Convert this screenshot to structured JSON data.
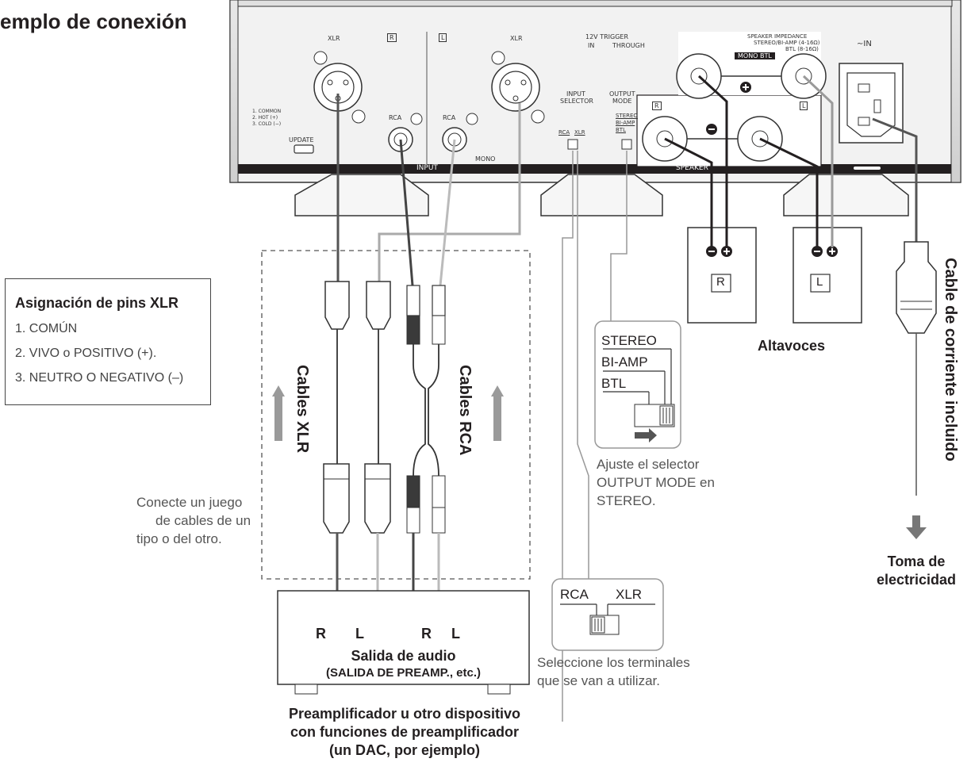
{
  "title": "emplo de conexión",
  "pin_box": {
    "heading": "Asignación de pins XLR",
    "items": [
      "1. COMÚN",
      "2. VIVO o POSITIVO (+).",
      "3. NEUTRO O NEGATIVO (–)"
    ]
  },
  "panel": {
    "xlr_left": "XLR",
    "r_box": "R",
    "l_box": "L",
    "xlr_right": "XLR",
    "trigger": "12V TRIGGER",
    "trigger_in": "IN",
    "trigger_through": "THROUGH",
    "speaker_impedance": "SPEAKER IMPEDANCE",
    "stereo_biamp_imp": "STEREO/BI-AMP (4-16Ω)",
    "btl_imp": "BTL (8-16Ω)",
    "ac_in": "∼IN",
    "pin_legend_1": "1. COMMON",
    "pin_legend_2": "2. HOT (+)",
    "pin_legend_3": "3. COLD (−)",
    "update": "UPDATE",
    "rca_left": "RCA",
    "rca_right": "RCA",
    "mono": "MONO",
    "input_selector_1": "INPUT",
    "input_selector_2": "SELECTOR",
    "output_mode_1": "OUTPUT",
    "output_mode_2": "MODE",
    "sw_rca": "RCA",
    "sw_xlr": "XLR",
    "sw_stereo": "STEREO",
    "sw_biamp": "BI-AMP",
    "sw_btl": "BTL",
    "mono_btl": "MONO BTL",
    "sp_r": "R",
    "sp_l": "L",
    "input_bar": "INPUT",
    "speaker_bar": "SPEAKER"
  },
  "speakers": {
    "r_label": "R",
    "l_label": "L",
    "caption": "Altavoces"
  },
  "cables": {
    "xlr": "Cables XLR",
    "rca": "Cables RCA"
  },
  "connect_note": [
    "Conecte un juego",
    "de cables de un",
    "tipo o del otro."
  ],
  "output_mode_detail": {
    "stereo": "STEREO",
    "biamp": "BI-AMP",
    "btl": "BTL",
    "note": [
      "Ajuste el selector",
      "OUTPUT MODE en",
      "STEREO."
    ]
  },
  "input_selector_detail": {
    "rca": "RCA",
    "xlr": "XLR",
    "note": [
      "Seleccione los terminales",
      "que se van a utilizar."
    ]
  },
  "power": {
    "cable_label": "Cable de corriente incluido",
    "outlet": [
      "Toma de",
      "electricidad"
    ]
  },
  "source_device": {
    "ports": [
      "R",
      "L",
      "R",
      "L"
    ],
    "output_label": "Salida de audio",
    "output_sub": "(SALIDA DE PREAMP., etc.)",
    "caption": [
      "Preamplificador u otro dispositivo",
      "con funciones de preamplificador",
      "(un DAC, por ejemplo)"
    ]
  }
}
